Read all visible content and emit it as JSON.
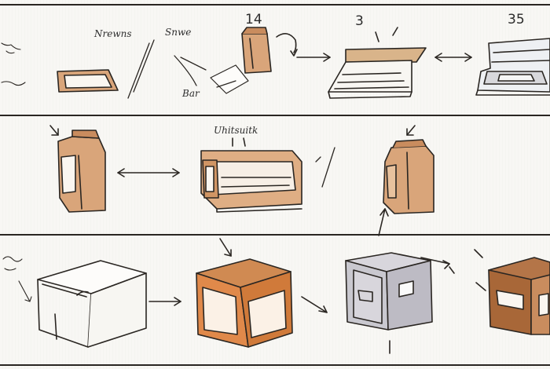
{
  "labels": {
    "scribble_1": "Nrewns",
    "scribble_2": "Snwe",
    "scribble_3": "Bar",
    "scribble_4": "Uhitsuitk",
    "step_a": "14",
    "step_b": "3",
    "step_c": "35"
  },
  "colors": {
    "ink": "#2a2622",
    "kraft": "#d9a57a",
    "kraft_dark": "#b87848",
    "orange": "#e0894a",
    "grey": "#c9c8cf"
  }
}
